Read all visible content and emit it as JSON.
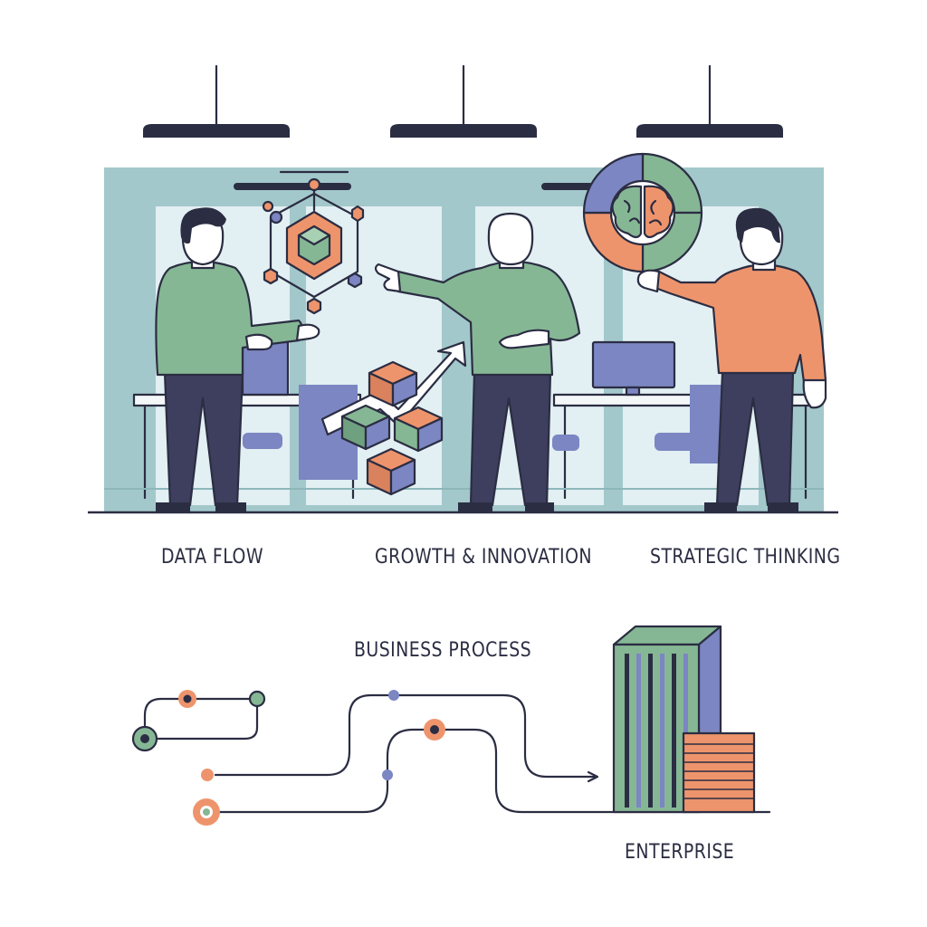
{
  "captions": {
    "data_flow": "DATA FLOW",
    "growth": "GROWTH & INNOVATION",
    "strategic": "STRATEGIC THINKING",
    "business_process": "BUSINESS PROCESS",
    "enterprise": "ENTERPRISE"
  },
  "palette": {
    "ink": "#2b2d42",
    "green": "#86b795",
    "orange": "#ee946c",
    "blue": "#7b86c2",
    "teal_wall": "#a3c8cb",
    "window": "#e2eff3"
  }
}
